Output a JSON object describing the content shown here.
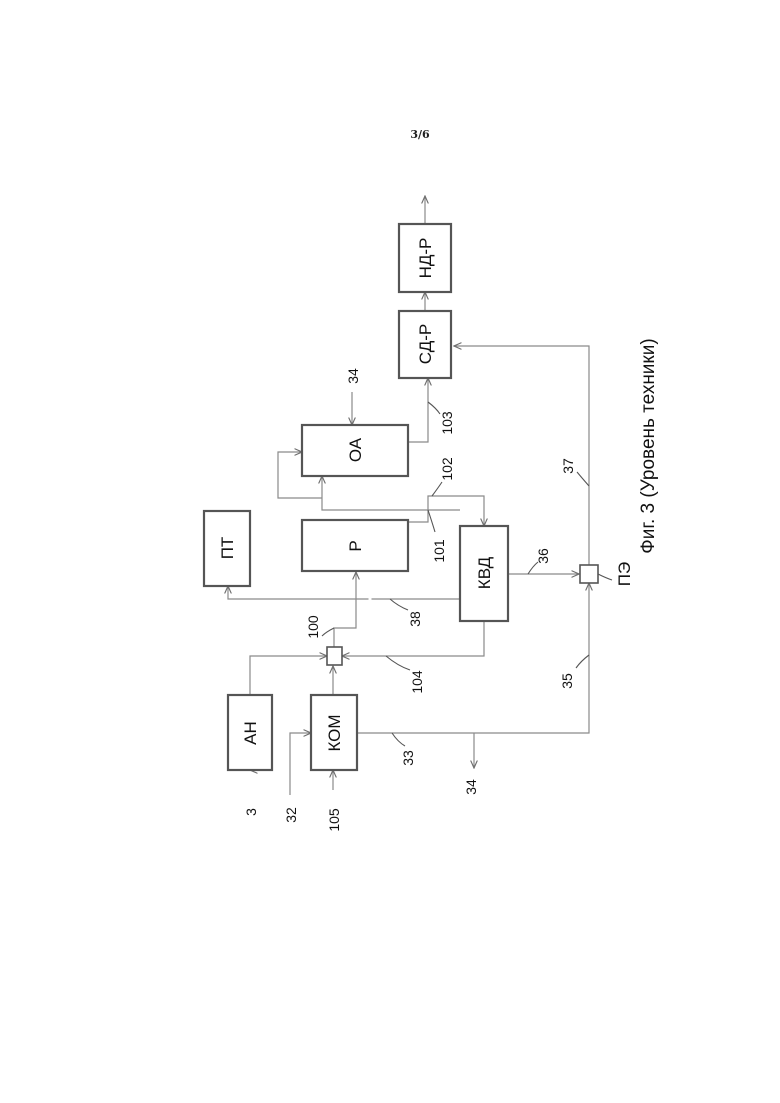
{
  "page": {
    "number": "3/6"
  },
  "caption": "Фиг. 3 (Уровень техники)",
  "blocks": {
    "an": "АН",
    "kom": "КОМ",
    "pt": "ПТ",
    "r": "Р",
    "kvd": "КВД",
    "oa": "ОА",
    "sdr": "СД-Р",
    "ndr": "НД-Р",
    "pe": "ПЭ"
  },
  "streams": {
    "s3": "3",
    "s32": "32",
    "s105": "105",
    "s33": "33",
    "s34_bottom": "34",
    "s35": "35",
    "s104": "104",
    "s100": "100",
    "s38": "38",
    "s36": "36",
    "s101": "101",
    "s102": "102",
    "s37": "37",
    "s103": "103",
    "s34_top": "34"
  },
  "colors": {
    "box_stroke": "#555555",
    "line": "#8a8a8a",
    "text": "#111111"
  }
}
